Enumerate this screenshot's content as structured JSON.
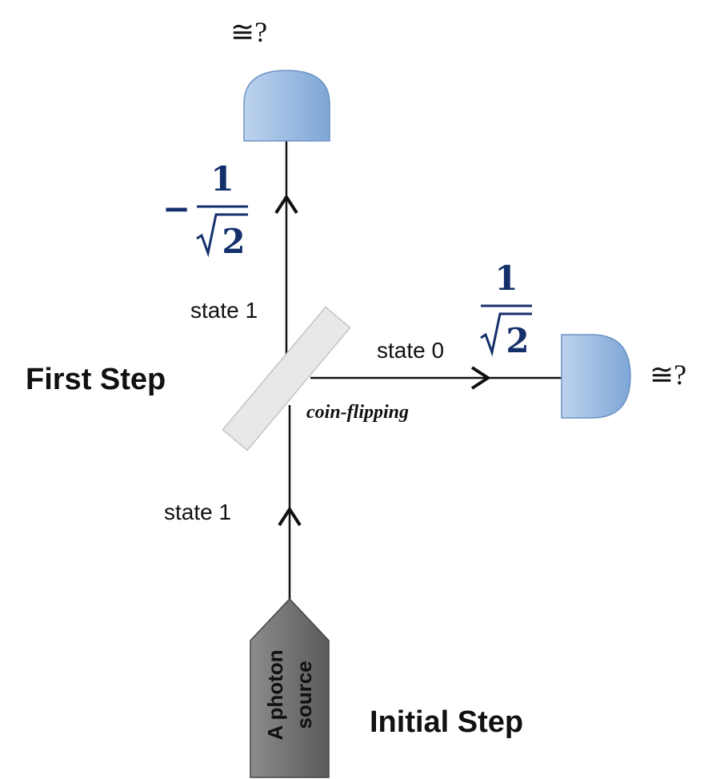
{
  "labels": {
    "top_approx": "≅?",
    "right_approx": "≅?",
    "state_vertical_upper": "state 1",
    "state_horizontal": "state 0",
    "state_vertical_lower": "state 1",
    "first_step": "First Step",
    "initial_step": "Initial Step",
    "coin_flipping": "coin-flipping"
  },
  "amplitudes": {
    "upper": {
      "sign": "−",
      "numerator": "1",
      "denominator": "2"
    },
    "right": {
      "numerator": "1",
      "denominator": "2"
    }
  },
  "source": {
    "line1": "A photon",
    "line2": "source"
  },
  "colors": {
    "detector_light": "#bcd3ee",
    "detector_dark": "#7ea6d6",
    "source_light": "#8c8c8c",
    "source_dark": "#5a5a5a",
    "beam_splitter": "#e8e8e8",
    "amplitude_text": "#14306b"
  }
}
